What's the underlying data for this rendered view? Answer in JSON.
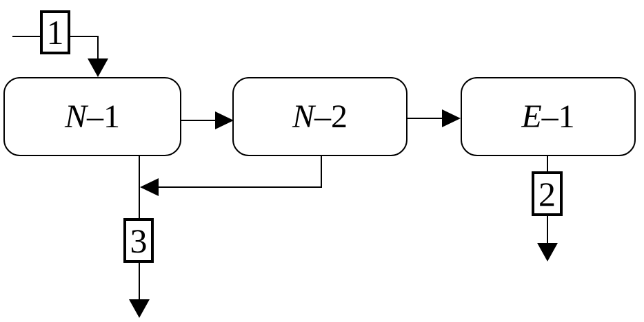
{
  "colors": {
    "background": "#ffffff",
    "line": "#000000",
    "text": "#000000"
  },
  "blocks": [
    {
      "letter": "N",
      "suffix": "–1"
    },
    {
      "letter": "N",
      "suffix": "–2"
    },
    {
      "letter": "E",
      "suffix": "–1"
    }
  ],
  "streams": [
    {
      "label": "1"
    },
    {
      "label": "2"
    },
    {
      "label": "3"
    }
  ]
}
